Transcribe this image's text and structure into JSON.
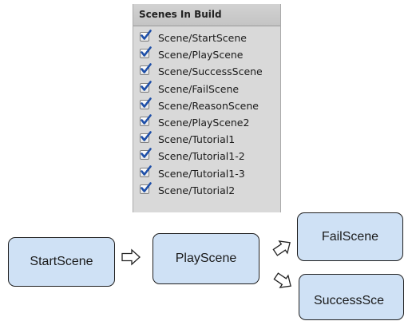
{
  "panel": {
    "title": "Scenes In Build",
    "scenes": [
      {
        "name": "Scene/StartScene",
        "checked": true
      },
      {
        "name": "Scene/PlayScene",
        "checked": true
      },
      {
        "name": "Scene/SuccessScene",
        "checked": true
      },
      {
        "name": "Scene/FailScene",
        "checked": true
      },
      {
        "name": "Scene/ReasonScene",
        "checked": true
      },
      {
        "name": "Scene/PlayScene2",
        "checked": true
      },
      {
        "name": "Scene/Tutorial1",
        "checked": true
      },
      {
        "name": "Scene/Tutorial1-2",
        "checked": true
      },
      {
        "name": "Scene/Tutorial1-3",
        "checked": true
      },
      {
        "name": "Scene/Tutorial2",
        "checked": true
      }
    ]
  },
  "flow": {
    "start": "StartScene",
    "play": "PlayScene",
    "fail": "FailScene",
    "success": "SuccessSce"
  },
  "colors": {
    "node_fill": "#cfe1f5",
    "checkmark": "#1e4fa8",
    "panel_bg": "#d9d9d9"
  }
}
